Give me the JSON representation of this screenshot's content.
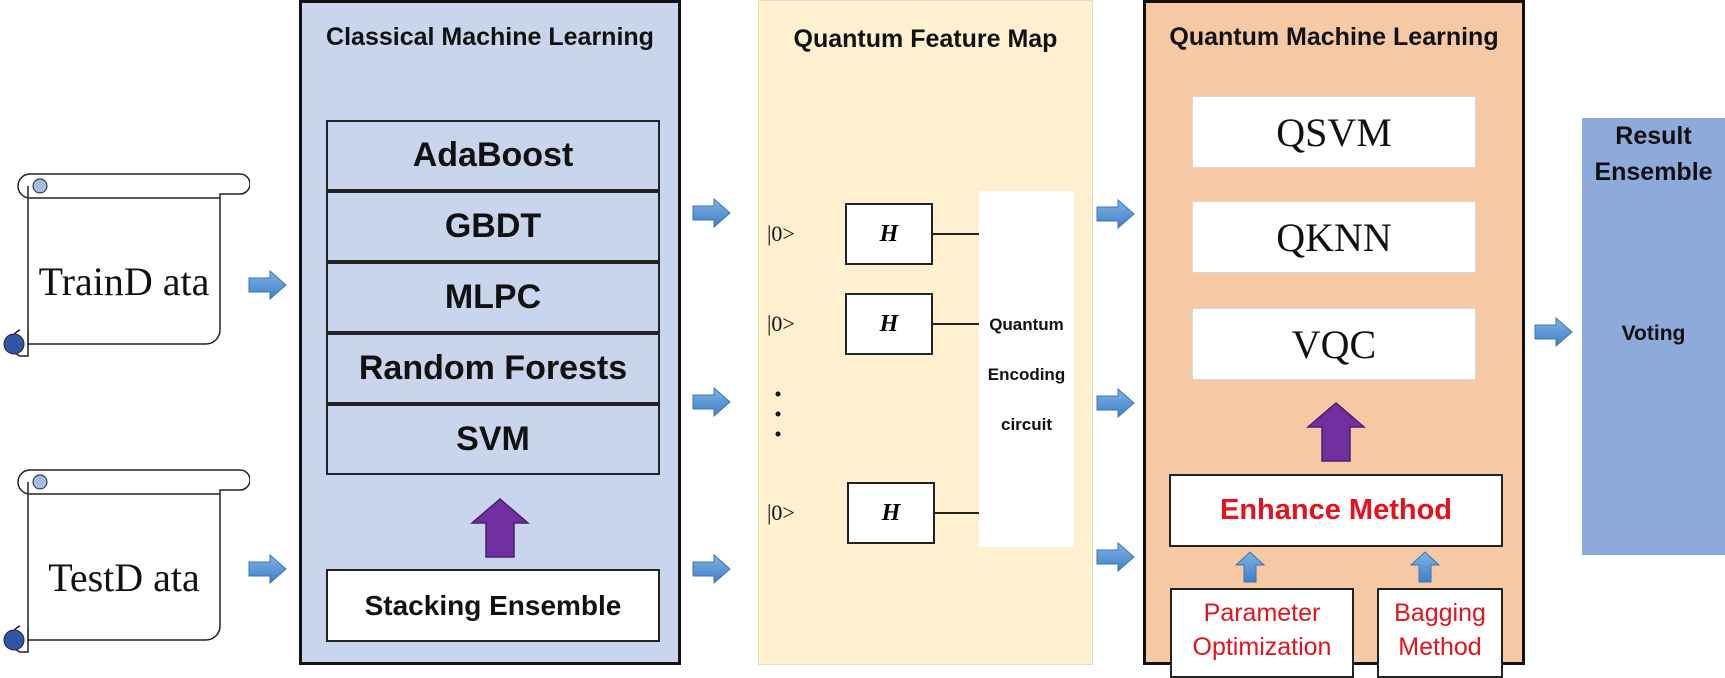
{
  "inputs": {
    "train": "TrainD ata",
    "test": "TestD ata"
  },
  "classical": {
    "title": "Classical Machine Learning",
    "models": [
      "AdaBoost",
      "GBDT",
      "MLPC",
      "Random Forests",
      "SVM"
    ],
    "ensemble": "Stacking Ensemble"
  },
  "feature_map": {
    "title": "Quantum Feature Map",
    "qubits": [
      "|0>",
      "|0>",
      "|0>"
    ],
    "gate": "H",
    "encoding": [
      "Quantum",
      "Encoding",
      "circuit"
    ]
  },
  "quantum": {
    "title": "Quantum Machine Learning",
    "models": [
      "QSVM",
      "QKNN",
      "VQC"
    ],
    "enhance": "Enhance Method",
    "param": [
      "Parameter",
      "Optimization"
    ],
    "bagging": [
      "Bagging",
      "Method"
    ]
  },
  "result": {
    "title_line1": "Result",
    "title_line2": "Ensemble",
    "voting": "Voting"
  },
  "colors": {
    "classical_bg": "#c8d5ec",
    "feature_bg": "#fff1cf",
    "quantum_bg": "#f7c8a4",
    "result_bg": "#8eaadb",
    "arrow_blue": "#5b9bd5",
    "arrow_purple": "#7030a0",
    "accent_red": "#e5131d"
  }
}
